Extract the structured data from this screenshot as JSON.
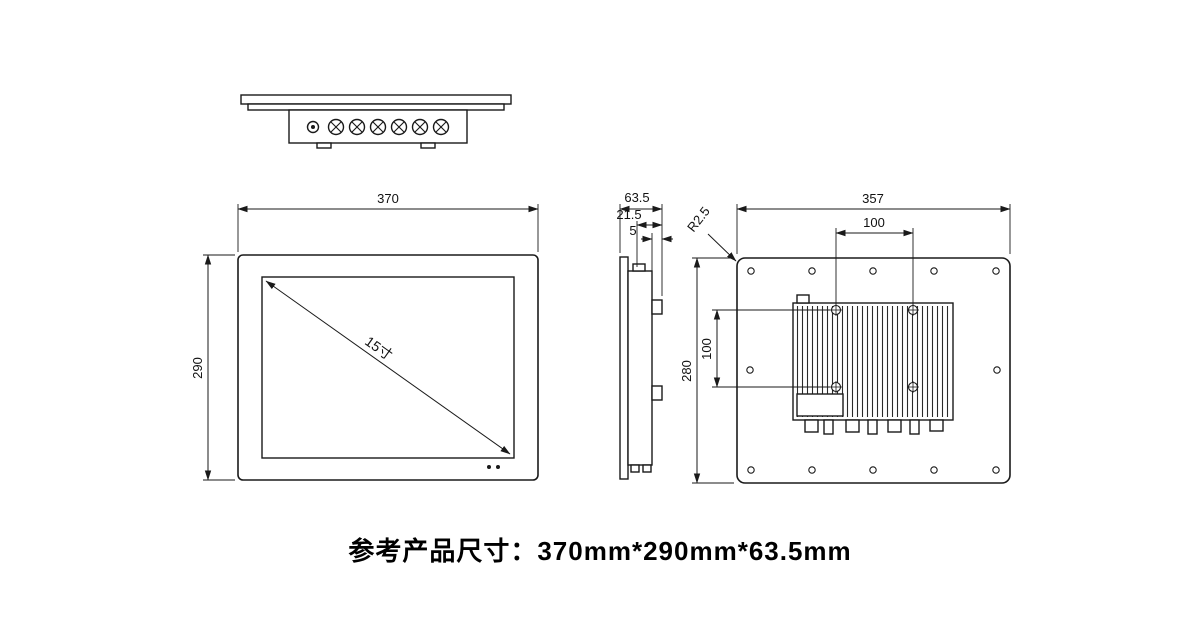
{
  "caption": "参考产品尺寸：370mm*290mm*63.5mm",
  "front_view": {
    "width": "370",
    "height": "290",
    "diagonal": "15寸"
  },
  "side_view": {
    "total_depth": "63.5",
    "rear_depth": "21.5",
    "panel_thickness": "5"
  },
  "rear_view": {
    "width": "357",
    "height": "280",
    "mount_spacing_h": "100",
    "mount_spacing_v": "100",
    "corner_radius": "R2.5"
  },
  "colors": {
    "line": "#1a1a1a",
    "background": "#ffffff"
  }
}
